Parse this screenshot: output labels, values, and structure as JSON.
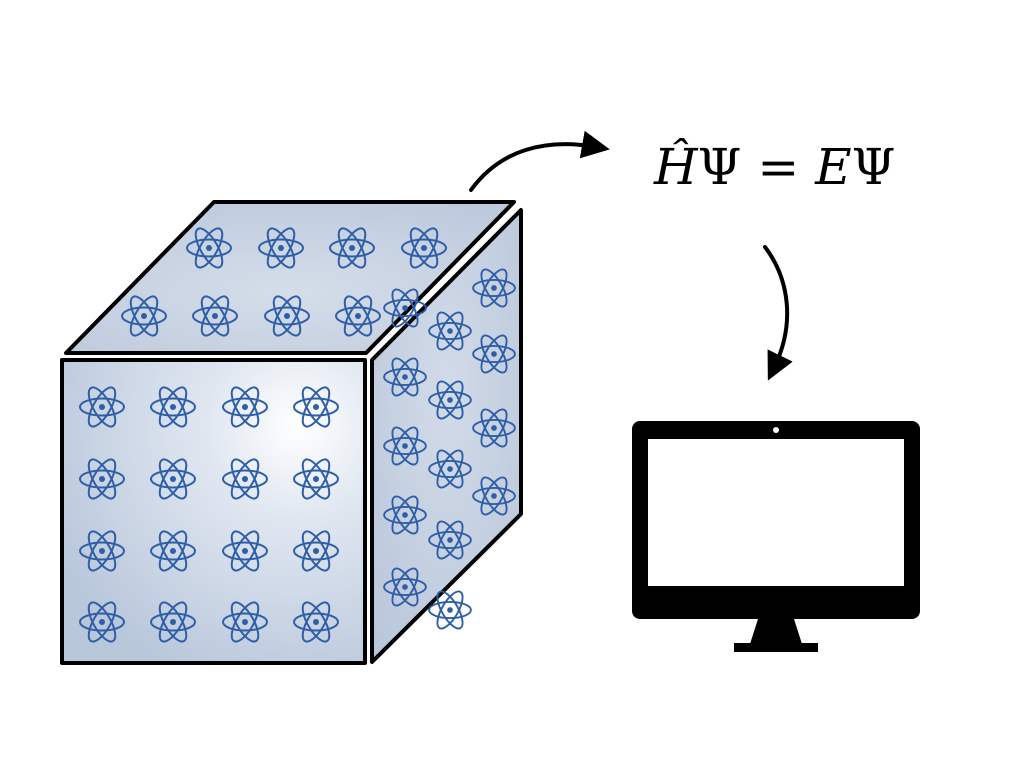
{
  "equation": {
    "H_symbol": "Ĥ",
    "psi_left": "Ψ",
    "equals": " = ",
    "E_symbol": "E",
    "psi_right": "Ψ"
  },
  "colors": {
    "outline": "#000000",
    "atom": "#2f5ea8",
    "face_highlight": "#ffffff",
    "face_base": "#b9c7db",
    "monitor": "#000000",
    "screen": "#ffffff"
  },
  "icons": {
    "atom": "atom-icon",
    "arrow_right": "curved-arrow-right-icon",
    "arrow_down": "curved-arrow-down-icon",
    "monitor": "computer-monitor-icon"
  },
  "atom_counts": {
    "front_face": 16,
    "top_face": 8,
    "side_face": 14
  }
}
